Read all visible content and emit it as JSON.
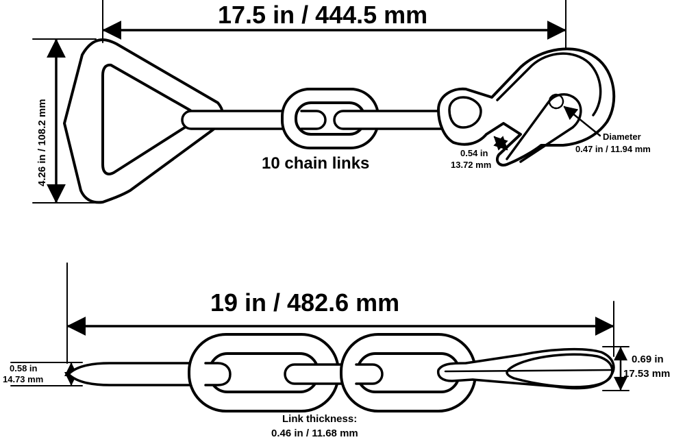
{
  "top_view": {
    "overall_length": "17.5 in / 444.5 mm",
    "ring_height": "4.26 in / 108.2 mm",
    "chain_links_label": "10 chain links",
    "hook_diameter_title": "Diameter",
    "hook_diameter_value": "0.47 in / 11.94 mm",
    "hook_throat_in": "0.54 in",
    "hook_throat_mm": "13.72 mm"
  },
  "side_view": {
    "overall_length": "19 in / 482.6 mm",
    "left_thickness_in": "0.58 in",
    "left_thickness_mm": "14.73 mm",
    "right_thickness_in": "0.69 in",
    "right_thickness_mm": "17.53 mm",
    "link_thickness_title": "Link thickness:",
    "link_thickness_value": "0.46 in / 11.68 mm"
  }
}
